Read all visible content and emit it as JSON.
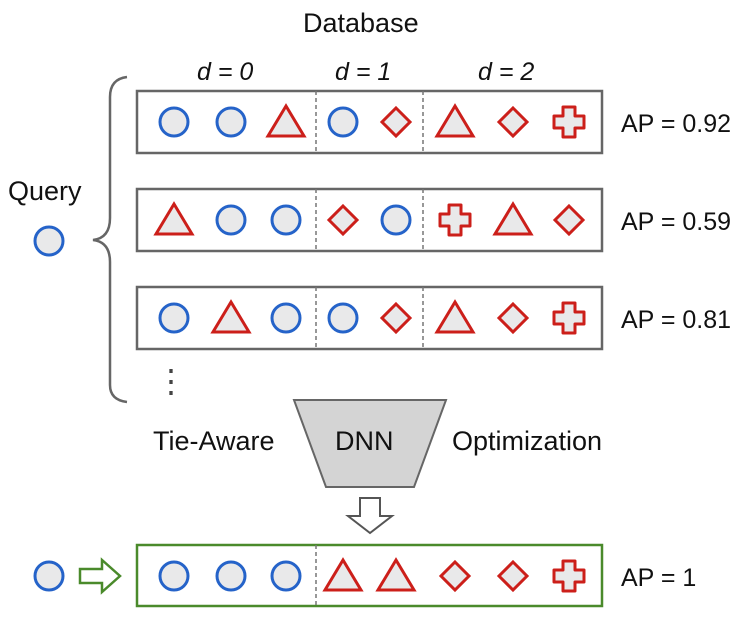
{
  "title": "Database",
  "query_label": "Query",
  "dist_labels": [
    "d = 0",
    "d = 1",
    "d = 2"
  ],
  "ellipsis": "⋮",
  "rows": [
    {
      "ap": "AP = 0.92",
      "shapes": [
        "circle",
        "circle",
        "triangle",
        "circle",
        "diamond",
        "triangle",
        "diamond",
        "cross"
      ]
    },
    {
      "ap": "AP = 0.59",
      "shapes": [
        "triangle",
        "circle",
        "circle",
        "diamond",
        "circle",
        "cross",
        "triangle",
        "diamond"
      ]
    },
    {
      "ap": "AP = 0.81",
      "shapes": [
        "circle",
        "triangle",
        "circle",
        "circle",
        "diamond",
        "triangle",
        "diamond",
        "cross"
      ]
    }
  ],
  "result": {
    "ap": "AP = 1",
    "shapes": [
      "circle",
      "circle",
      "circle",
      "triangle",
      "triangle",
      "diamond",
      "diamond",
      "cross"
    ]
  },
  "optimizer": {
    "left": "Tie-Aware",
    "center": "DNN",
    "right": "Optimization"
  },
  "colors": {
    "circle_stroke": "#2563c9",
    "red_stroke": "#cc1f1a",
    "fill": "#e9e9ea",
    "result_border": "#4a8a2b",
    "box_border": "#666666",
    "funnel_fill": "#d4d4d4"
  }
}
